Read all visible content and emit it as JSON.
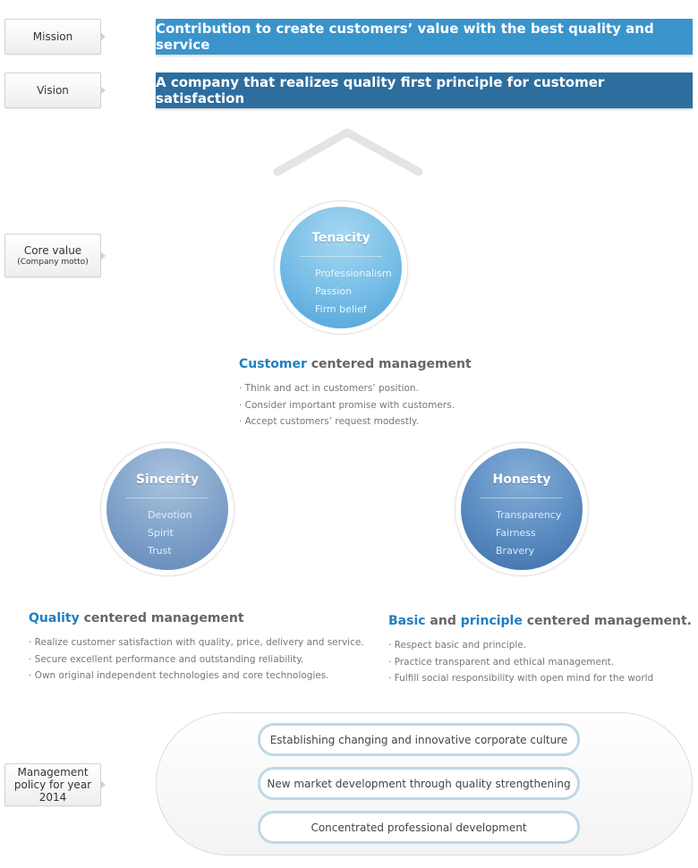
{
  "labels": {
    "mission": "Mission",
    "vision": "Vision",
    "core_value": "Core value",
    "core_value_sub": "(Company motto)",
    "policy": "Management policy for year 2014"
  },
  "mission_text": "Contribution to create customers’ value with the best quality and service",
  "vision_text": "A company that realizes quality first principle for customer satisfaction",
  "values": [
    {
      "title": "Tenacity",
      "items": [
        "Professionalism",
        "Passion",
        "Firm belief"
      ]
    },
    {
      "title": "Sincerity",
      "items": [
        "Devotion",
        "Spirit",
        "Trust"
      ]
    },
    {
      "title": "Honesty",
      "items": [
        "Transparency",
        "Fairness",
        "Bravery"
      ]
    }
  ],
  "sections": {
    "customer": {
      "highlight": "Customer",
      "rest": " centered management",
      "points": [
        "· Think and act in customers’ position.",
        "· Consider important promise with customers.",
        "· Accept customers’ request modestly."
      ]
    },
    "quality": {
      "highlight": "Quality",
      "rest": " centered management",
      "points": [
        "· Realize customer satisfaction with quality, price, delivery and service.",
        "· Secure excellent performance and outstanding reliability.",
        "· Own original independent technologies and core technologies."
      ]
    },
    "basic": {
      "highlight1": "Basic",
      "mid": " and ",
      "highlight2": "principle",
      "rest": " centered management.",
      "points": [
        "· Respect basic and principle.",
        "· Practice transparent and ethical management.",
        "· Fulfill social responsibility with open mind for the world"
      ]
    }
  },
  "policies": [
    "Establishing changing and innovative corporate culture",
    "New market development through quality strengthening",
    "Concentrated professional development"
  ],
  "colors": {
    "mission_bar": "#3a94cc",
    "vision_bar": "#2d6e9f",
    "highlight": "#1f7fc0"
  }
}
